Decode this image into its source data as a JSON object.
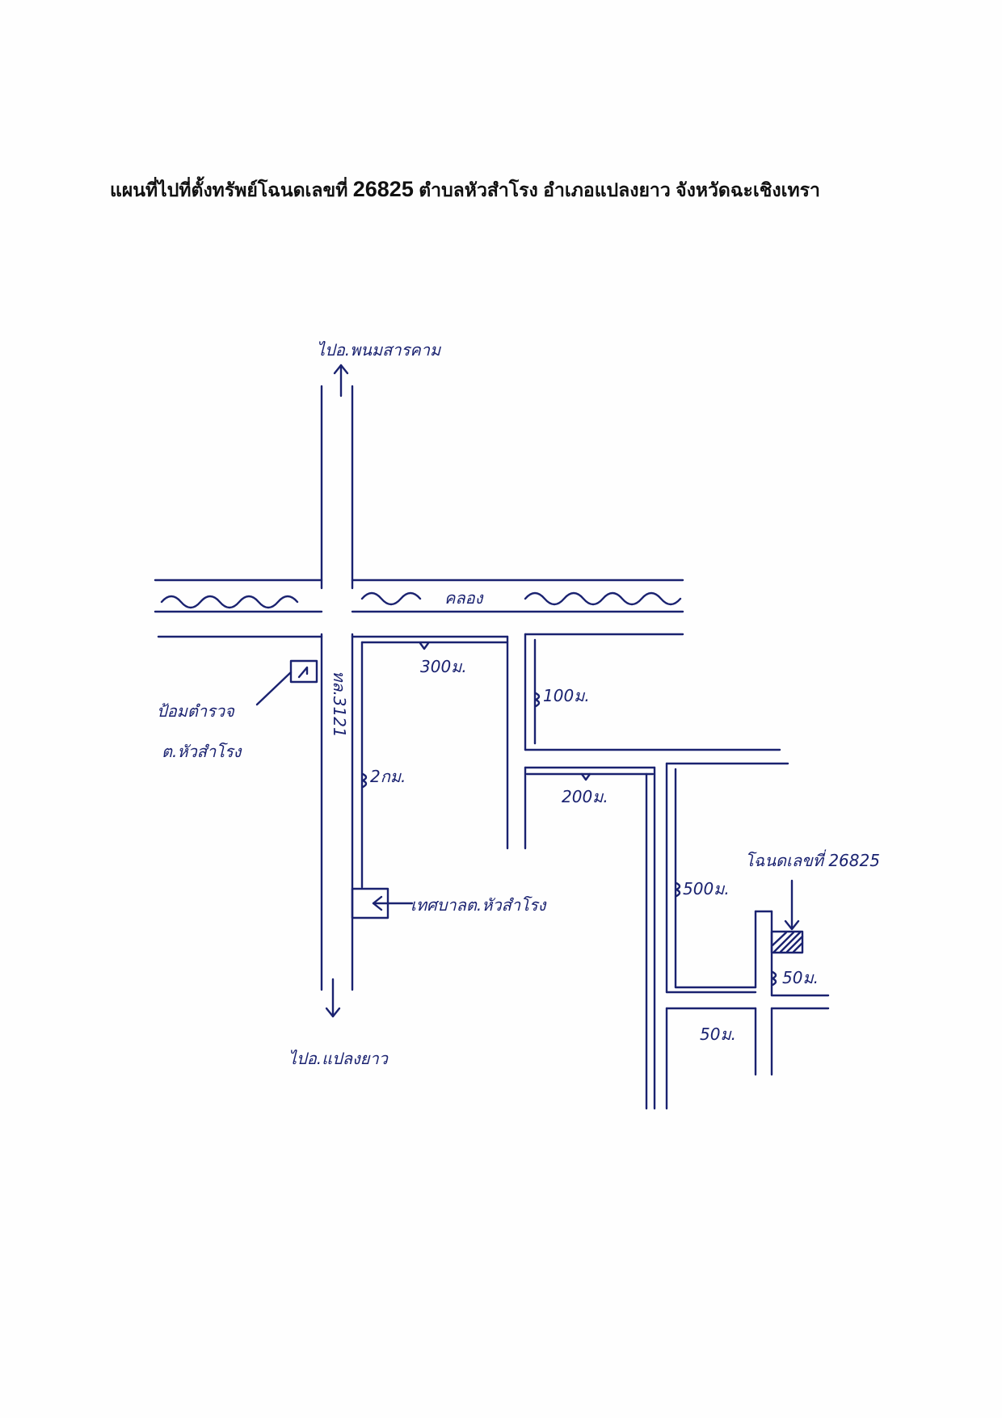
{
  "title": {
    "prefix": "แผนที่ไปที่ตั้งทรัพย์โฉนดเลขที่",
    "deed_no": "26825",
    "suffix": "ตำบลหัวสำโรง อำเภอแปลงยาว จังหวัดฉะเชิงเทรา"
  },
  "labels": {
    "north": "ไปอ.พนมสารคาม",
    "south": "ไปอ.แปลงยาว",
    "canal": "คลอง",
    "road": "ทล.3121",
    "police": "ป้อมตำรวจ",
    "police_sub": "ต.หัวสำโรง",
    "municipality": "เทศบาลต.หัวสำโรง",
    "target": "โฉนดเลขที่ 26825"
  },
  "distances": {
    "d1": "300ม.",
    "d2": "100ม.",
    "d3": "2กม.",
    "d4": "200ม.",
    "d5": "500ม.",
    "d6": "50ม.",
    "d7": "50ม."
  },
  "colors": {
    "ink": "#1a2270",
    "title": "#111111"
  }
}
